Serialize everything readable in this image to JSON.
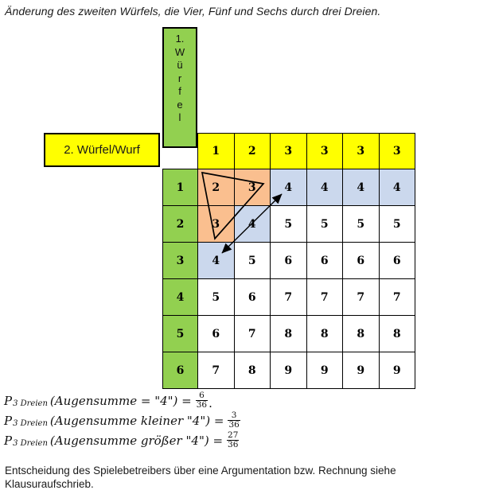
{
  "title": "Änderung des zweiten Würfels, die Vier, Fünf und Sechs durch drei Dreien.",
  "colors": {
    "header_green": "#92D050",
    "header_yellow": "#FFFF00",
    "highlight_orange": "#FABF8F",
    "highlight_blue": "#CBD8ED",
    "grid_border": "#000000"
  },
  "table": {
    "col_header_label": "1.\nW\nü\nr\nf\ne\nl",
    "row_header_label": "2. Würfel/Wurf",
    "col_headers": [
      "1",
      "2",
      "3",
      "3",
      "3",
      "3"
    ],
    "row_headers": [
      "1",
      "2",
      "3",
      "4",
      "5",
      "6"
    ],
    "rows": [
      {
        "values": [
          "2",
          "3",
          "4",
          "4",
          "4",
          "4"
        ],
        "fills": [
          "orange",
          "orange",
          "blue",
          "blue",
          "blue",
          "blue"
        ]
      },
      {
        "values": [
          "3",
          "4",
          "5",
          "5",
          "5",
          "5"
        ],
        "fills": [
          "orange",
          "blue",
          "white",
          "white",
          "white",
          "white"
        ]
      },
      {
        "values": [
          "4",
          "5",
          "6",
          "6",
          "6",
          "6"
        ],
        "fills": [
          "blue",
          "white",
          "white",
          "white",
          "white",
          "white"
        ]
      },
      {
        "values": [
          "5",
          "6",
          "7",
          "7",
          "7",
          "7"
        ],
        "fills": [
          "white",
          "white",
          "white",
          "white",
          "white",
          "white"
        ]
      },
      {
        "values": [
          "6",
          "7",
          "8",
          "8",
          "8",
          "8"
        ],
        "fills": [
          "white",
          "white",
          "white",
          "white",
          "white",
          "white"
        ]
      },
      {
        "values": [
          "7",
          "8",
          "9",
          "9",
          "9",
          "9"
        ],
        "fills": [
          "white",
          "white",
          "white",
          "white",
          "white",
          "white"
        ]
      }
    ]
  },
  "annotations": {
    "triangle": "triangle over cells 2,3,3",
    "arrow": "double-headed diagonal arrow over the three 4-cells"
  },
  "formulas": [
    {
      "p": "P",
      "sub": "3 Dreien",
      "lhs": "(Augensumme = \"4\") =",
      "num": "6",
      "den": "36",
      "tail": "."
    },
    {
      "p": "P",
      "sub": "3 Dreien",
      "lhs": "(Augensumme kleiner \"4\") =",
      "num": "3",
      "den": "36",
      "tail": ""
    },
    {
      "p": "P",
      "sub": "3 Dreien",
      "lhs": "(Augensumme größer \"4\") =",
      "num": "27",
      "den": "36",
      "tail": ""
    }
  ],
  "footer": "Entscheidung des Spielebetreibers über eine Argumentation bzw. Rechnung siehe\nKlausuraufschrieb."
}
